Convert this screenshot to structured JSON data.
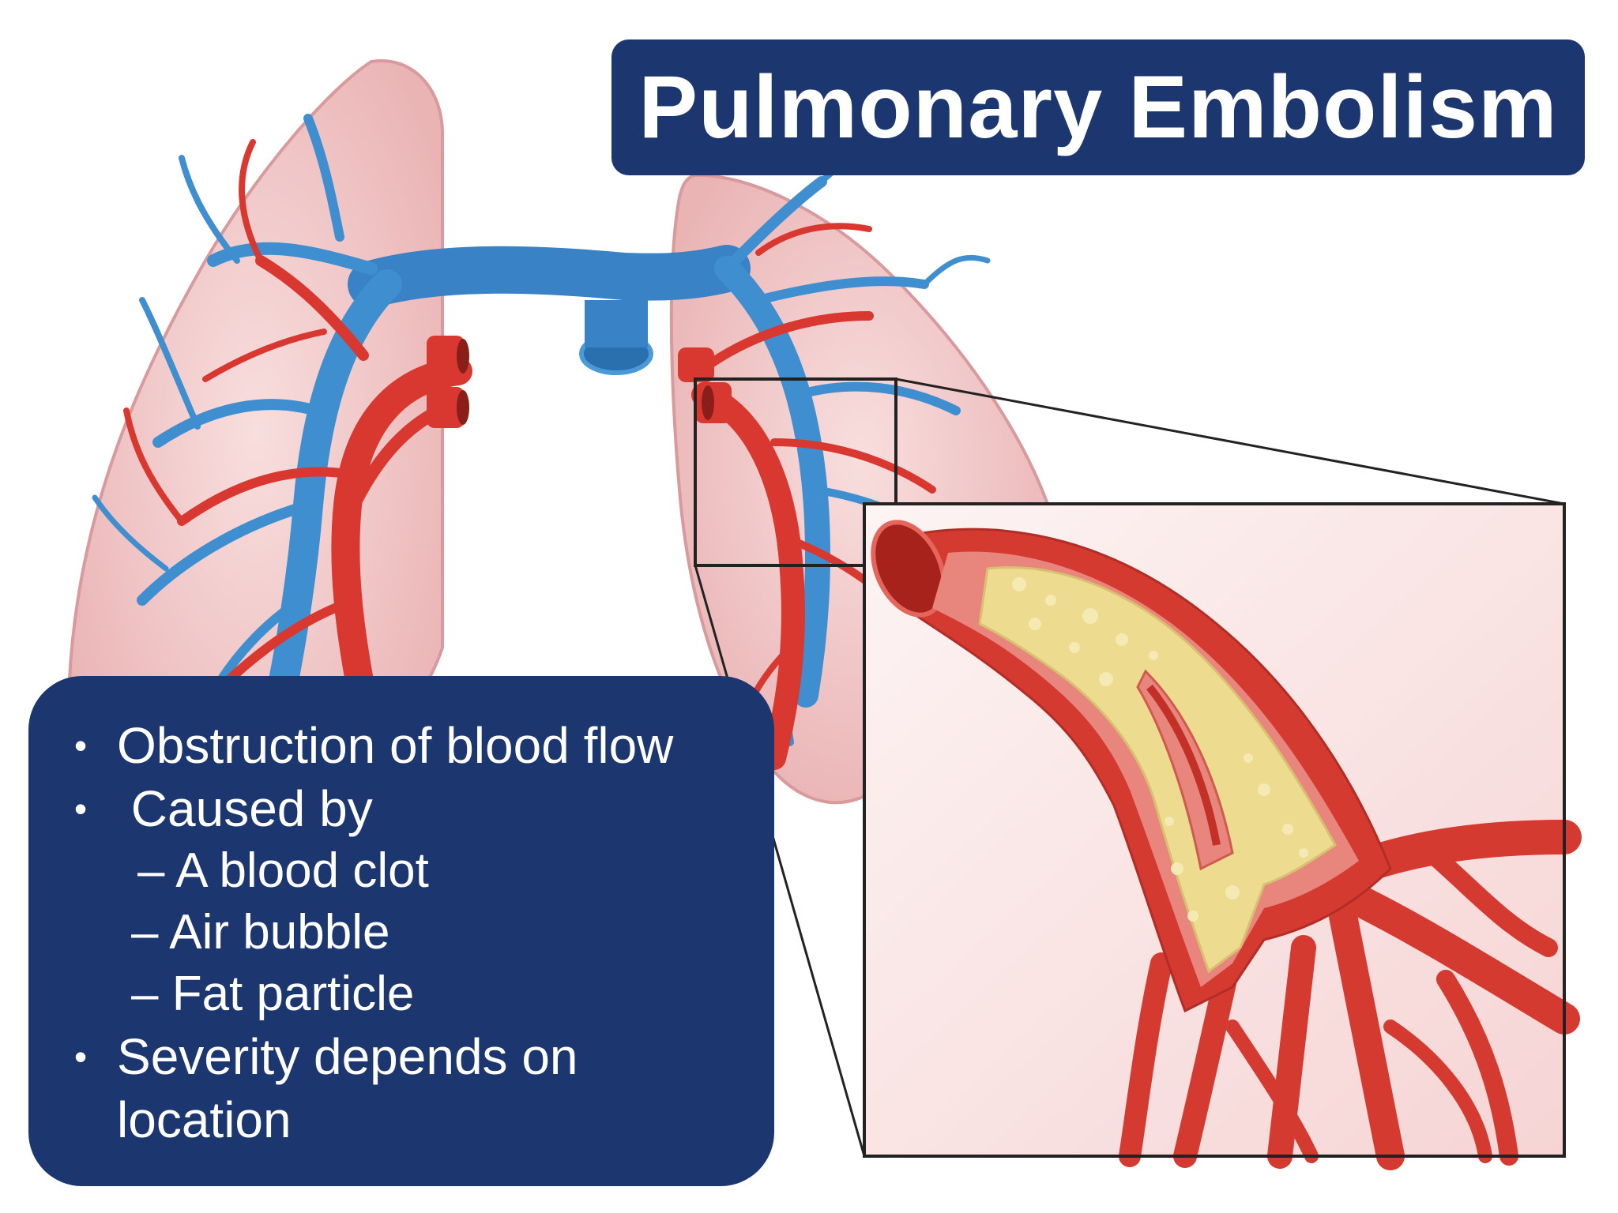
{
  "title": "Pulmonary Embolism",
  "bullets": {
    "item1": "Obstruction of blood flow",
    "item2": " Caused by",
    "sub1": "– A blood clot",
    "sub2": "– Air bubble",
    "sub3": "– Fat particle",
    "item3": "Severity depends on location"
  },
  "colors": {
    "panel_navy": "#1c3670",
    "artery_red": "#d8382f",
    "vein_blue": "#3f8fd0",
    "lung_pink": "#f3c9c9",
    "clot_yellow": "#eddc8f"
  }
}
